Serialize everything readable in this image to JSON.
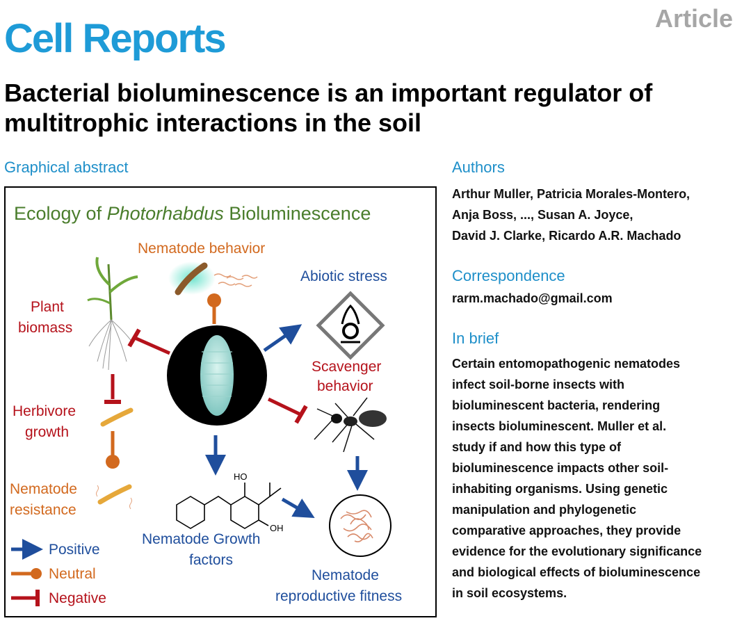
{
  "header": {
    "journal": "Cell Reports",
    "article_type": "Article",
    "title": "Bacterial bioluminescence is an important regulator of multitrophic interactions in the soil"
  },
  "graphical_abstract": {
    "heading": "Graphical abstract",
    "title_prefix": "Ecology of ",
    "title_italic": "Photorhabdus",
    "title_suffix": " Bioluminescence",
    "labels": {
      "nematode_behavior": "Nematode behavior",
      "abiotic_stress": "Abiotic stress",
      "plant_1": "Plant",
      "plant_2": "biomass",
      "scavenger_1": "Scavenger",
      "scavenger_2": "behavior",
      "herbivore_1": "Herbivore",
      "herbivore_2": "growth",
      "resistance_1": "Nematode",
      "resistance_2": "resistance",
      "growth_1": "Nematode Growth",
      "growth_2": "factors",
      "fitness_1": "Nematode",
      "fitness_2": "reproductive fitness",
      "ho": "HO",
      "oh": "OH"
    },
    "legend": [
      {
        "label": "Positive",
        "color": "#1f4e9c"
      },
      {
        "label": "Neutral",
        "color": "#d2691e"
      },
      {
        "label": "Negative",
        "color": "#b5121b"
      }
    ],
    "colors": {
      "green_title": "#4a7d2c",
      "orange": "#d2691e",
      "red": "#b5121b",
      "blue": "#1f4e9c"
    }
  },
  "authors": {
    "heading": "Authors",
    "lines": [
      "Arthur Muller, Patricia Morales-Montero,",
      "Anja Boss, ..., Susan A. Joyce,",
      "David J. Clarke, Ricardo A.R. Machado"
    ]
  },
  "correspondence": {
    "heading": "Correspondence",
    "email": "rarm.machado@gmail.com"
  },
  "in_brief": {
    "heading": "In brief",
    "lines": [
      "Certain entomopathogenic nematodes",
      "infect soil-borne insects with",
      "bioluminescent bacteria, rendering",
      "insects bioluminescent. Muller et al.",
      "study if and how this type of",
      "bioluminescence impacts other soil-",
      "inhabiting organisms. Using genetic",
      "manipulation and phylogenetic",
      "comparative approaches, they provide",
      "evidence for the evolutionary significance",
      "and biological effects of bioluminescence",
      "in soil ecosystems."
    ]
  }
}
